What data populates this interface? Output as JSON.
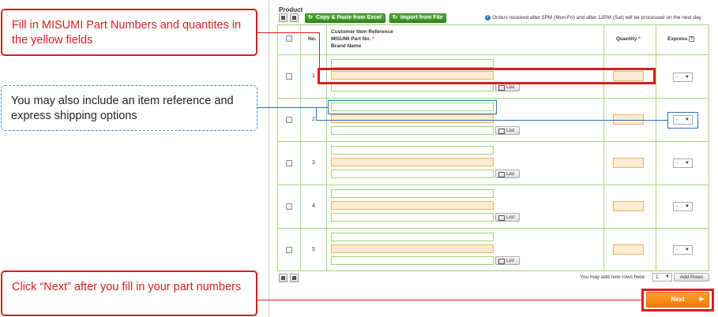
{
  "product_label": "Product",
  "toolbar": {
    "copy_paste_label": "Copy & Paste from Excel",
    "import_label": "Import from File"
  },
  "notice": "Orders received after 5PM (Mon-Fri) and after 12PM (Sat) will be processed on the next day.",
  "table": {
    "col_no": "No.",
    "col_ref": "Customer Item Reference",
    "col_part": "MISUMI Part No.",
    "col_brand": "Brand Name",
    "col_qty": "Quantity",
    "col_express": "Express",
    "required_mark": "*",
    "help_mark": "?",
    "rows": [
      {
        "no": "1",
        "list_label": "List",
        "express_value": "-"
      },
      {
        "no": "2",
        "list_label": "List",
        "express_value": "-"
      },
      {
        "no": "3",
        "list_label": "List",
        "express_value": "-"
      },
      {
        "no": "4",
        "list_label": "List",
        "express_value": "-"
      },
      {
        "no": "5",
        "list_label": "List",
        "express_value": "-"
      }
    ]
  },
  "footer": {
    "add_rows_note": "You may add new rows here:",
    "rows_value": "1",
    "add_rows_label": "Add Rows",
    "next_label": "Next"
  },
  "callouts": {
    "fill_in": "Fill in MISUMI Part Numbers and quantites in the yellow fields",
    "optional": "You may also include an item reference and express shipping options",
    "next": "Click “Next” after you fill in your part numbers"
  },
  "colors": {
    "accent_red": "#d81e1e",
    "accent_blue": "#2d6fb8",
    "green": "#2e8a1d",
    "orange": "#f07a00",
    "required_fill": "#fdebd2"
  }
}
